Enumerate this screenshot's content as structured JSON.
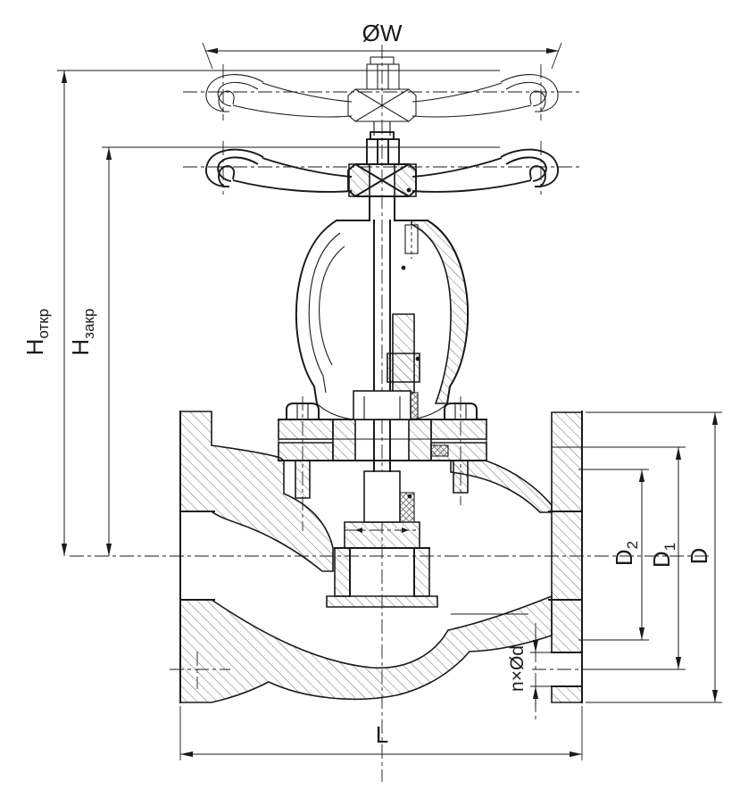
{
  "drawing": {
    "title": "globe-valve-sectional-drawing",
    "dimensions": {
      "handwheel_diameter": {
        "label": "ØW"
      },
      "height_open": {
        "main": "H",
        "sub": "откр"
      },
      "height_closed": {
        "main": "H",
        "sub": "закр"
      },
      "raised_face_diameter": {
        "main": "D",
        "sub": "2"
      },
      "bolt_circle_diameter": {
        "main": "D",
        "sub": "1"
      },
      "flange_outer_diameter": {
        "main": "D"
      },
      "bolt_holes": {
        "label": "n×Ød"
      },
      "face_to_face_length": {
        "label": "L"
      }
    },
    "colors": {
      "line": "#1a1a1a",
      "hatch": "#707070",
      "background": "#ffffff"
    }
  }
}
